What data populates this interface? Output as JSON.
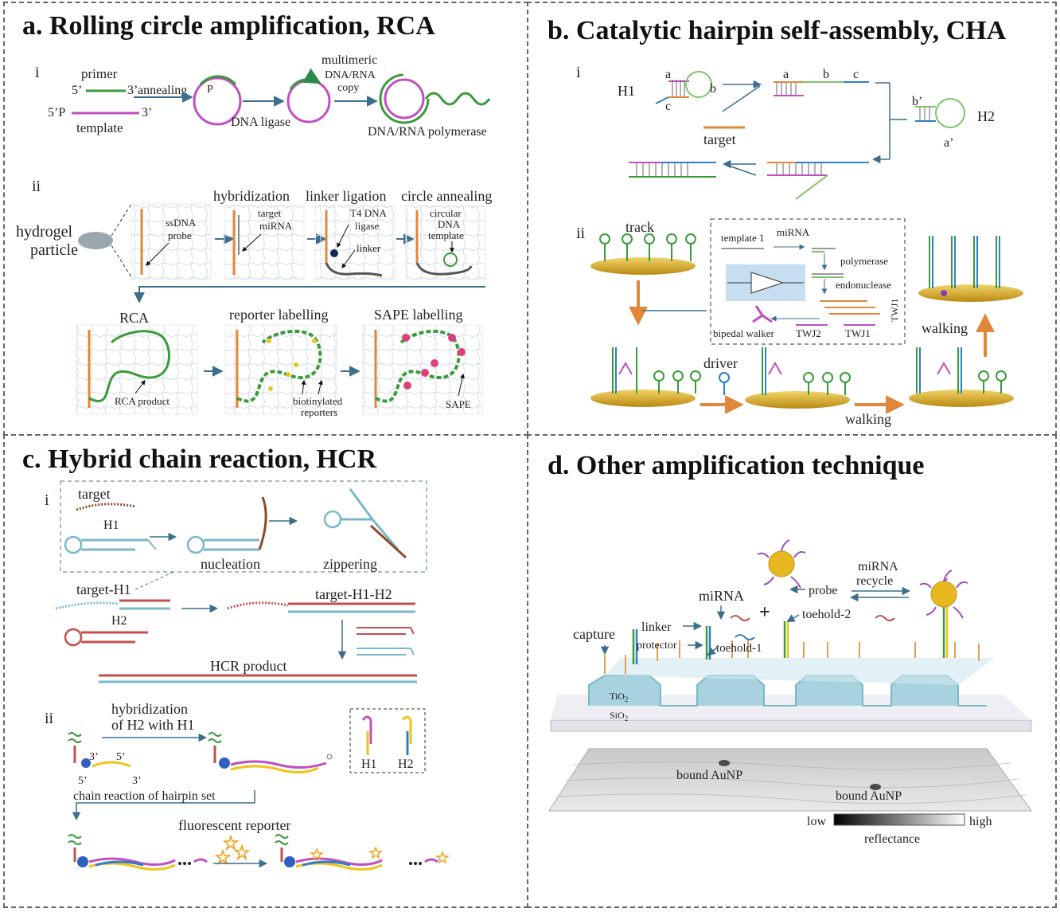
{
  "panels": {
    "a": {
      "title": "a. Rolling circle amplification, RCA",
      "sub_i": "i",
      "sub_ii": "ii",
      "primer": "primer",
      "five_prime": "5’",
      "three_prime": "3’",
      "five_p": "5’P",
      "template": "template",
      "annealing": "annealing",
      "p": "P",
      "dna_ligase": "DNA ligase",
      "multimeric_1": "multimeric",
      "multimeric_2": "DNA/RNA",
      "multimeric_3": "copy",
      "polymerase": "DNA/RNA polymerase",
      "hydrogel_1": "hydrogel",
      "hydrogel_2": "particle",
      "ssdna_1": "ssDNA",
      "ssdna_2": "probe",
      "hybridization": "hybridization",
      "target_1": "target",
      "target_2": "miRNA",
      "linker_ligation": "linker ligation",
      "t4_1": "T4 DNA",
      "t4_2": "ligase",
      "linker": "linker",
      "circle_annealing": "circle annealing",
      "circ_1": "circular",
      "circ_2": "DNA",
      "circ_3": "template",
      "rca": "RCA",
      "rca_product": "RCA product",
      "reporter_labelling": "reporter labelling",
      "biotin_1": "biotinylated",
      "biotin_2": "reporters",
      "sape_labelling": "SAPE labelling",
      "sape": "SAPE"
    },
    "b": {
      "title": "b. Catalytic hairpin self-assembly, CHA",
      "sub_i": "i",
      "sub_ii": "ii",
      "h1": "H1",
      "h2": "H2",
      "a": "a",
      "b": "b",
      "c": "c",
      "b_prime": "b’",
      "a_prime": "a’",
      "target": "target",
      "track": "track",
      "template1": "template 1",
      "mirna": "miRNA",
      "polymerase": "polymerase",
      "endonuclease": "endonuclease",
      "twj1": "TWJ1",
      "twj1b": "TWJ1",
      "twj2": "TWJ2",
      "bipedal": "bipedal walker",
      "driver": "driver",
      "walking": "walking"
    },
    "c": {
      "title": "c. Hybrid chain reaction, HCR",
      "sub_i": "i",
      "sub_ii": "ii",
      "target": "target",
      "h1": "H1",
      "nucleation": "nucleation",
      "zippering": "zippering",
      "target_h1": "target-H1",
      "h2": "H2",
      "target_h1_h2": "target-H1-H2",
      "hcr_product": "HCR product",
      "hyb_1": "hybridization",
      "hyb_2": "of H2 with H1",
      "three_p": "3’",
      "five_p": "5’",
      "chain": "chain reaction of hairpin set",
      "fluor": "fluorescent reporter",
      "legend_h1": "H1",
      "legend_h2": "H2"
    },
    "d": {
      "title": "d. Other amplification technique",
      "probe": "probe",
      "recycle_1": "miRNA",
      "recycle_2": "recycle",
      "mirna": "miRNA",
      "linker": "linker",
      "capture": "capture",
      "protector": "protector",
      "toehold1": "toehold-1",
      "toehold2": "toehold-2",
      "tio2": "TiO",
      "sio2": "SiO",
      "sub2": "2",
      "bound": "bound AuNP",
      "low": "low",
      "high": "high",
      "reflectance": "reflectance"
    }
  },
  "colors": {
    "pink": "#c04fc0",
    "green": "#3b9a3b",
    "blue": "#2f7fc8",
    "arrow": "#3c6f8c",
    "orange": "#e0873a",
    "gold": "#d4a017",
    "brown": "#8b4a2a",
    "teal": "#7ab8c9"
  }
}
